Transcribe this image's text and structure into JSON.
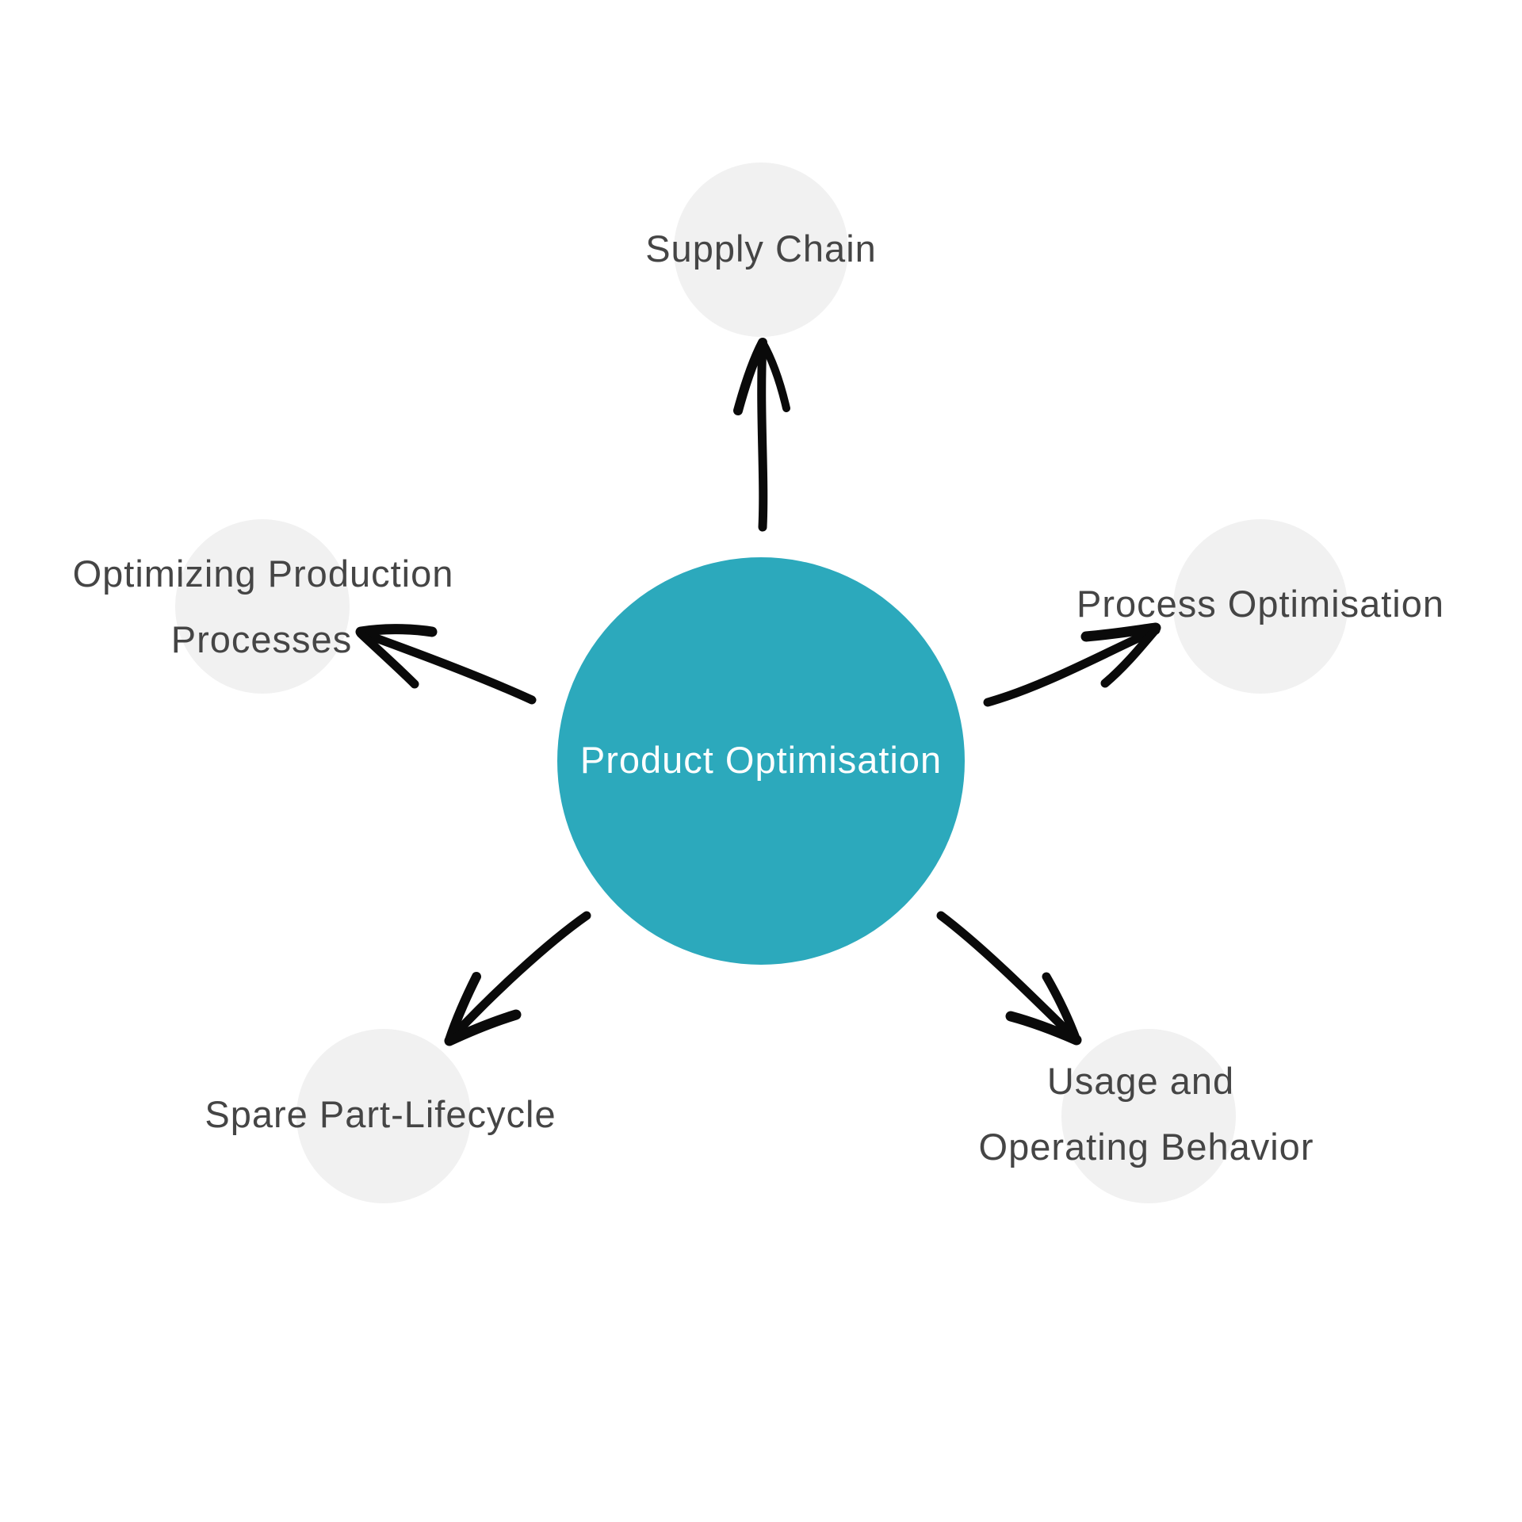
{
  "colors": {
    "center_fill": "#2ca9bc",
    "satellite_fill": "#f1f1f1",
    "satellite_text": "#454545",
    "center_text": "#ffffff",
    "arrow": "#0a0a0a"
  },
  "center": {
    "label": "Product Optimisation"
  },
  "satellites": [
    {
      "id": "supply-chain",
      "lines": [
        "Supply Chain"
      ]
    },
    {
      "id": "process-optimisation",
      "lines": [
        "Process Optimisation"
      ]
    },
    {
      "id": "usage-operating-behavior",
      "lines": [
        "Usage and",
        "Operating Behavior"
      ]
    },
    {
      "id": "spare-part-lifecycle",
      "lines": [
        "Spare Part-Lifecycle"
      ]
    },
    {
      "id": "optimizing-production-processes",
      "lines": [
        "Optimizing Production",
        "Processes"
      ]
    }
  ],
  "edges": [
    {
      "from": "center",
      "to": "supply-chain",
      "icon": "arrow-up-icon"
    },
    {
      "from": "center",
      "to": "process-optimisation",
      "icon": "arrow-up-right-icon"
    },
    {
      "from": "center",
      "to": "usage-operating-behavior",
      "icon": "arrow-down-right-icon"
    },
    {
      "from": "center",
      "to": "spare-part-lifecycle",
      "icon": "arrow-down-left-icon"
    },
    {
      "from": "center",
      "to": "optimizing-production-processes",
      "icon": "arrow-up-left-icon"
    }
  ]
}
